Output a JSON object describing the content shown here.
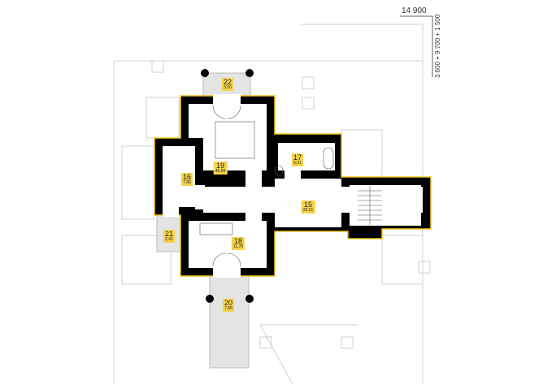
{
  "dimensions": {
    "top": "14 900",
    "side": "3 600 + 9 700 + 1 500"
  },
  "rooms": [
    {
      "id": "22",
      "area": "3,00"
    },
    {
      "id": "19",
      "area": "45,94"
    },
    {
      "id": "17",
      "area": "5,91"
    },
    {
      "id": "16",
      "area": "7,86"
    },
    {
      "id": "15",
      "area": "20,51"
    },
    {
      "id": "21",
      "area": "2,41"
    },
    {
      "id": "18",
      "area": "11,78"
    },
    {
      "id": "20",
      "area": "7,88"
    }
  ],
  "colors": {
    "walls": "#000000",
    "outline": "#f0c419",
    "label": "#f6d24a",
    "lower_floor_lines": "#cccccc",
    "balcony": "#e4e4e4"
  }
}
